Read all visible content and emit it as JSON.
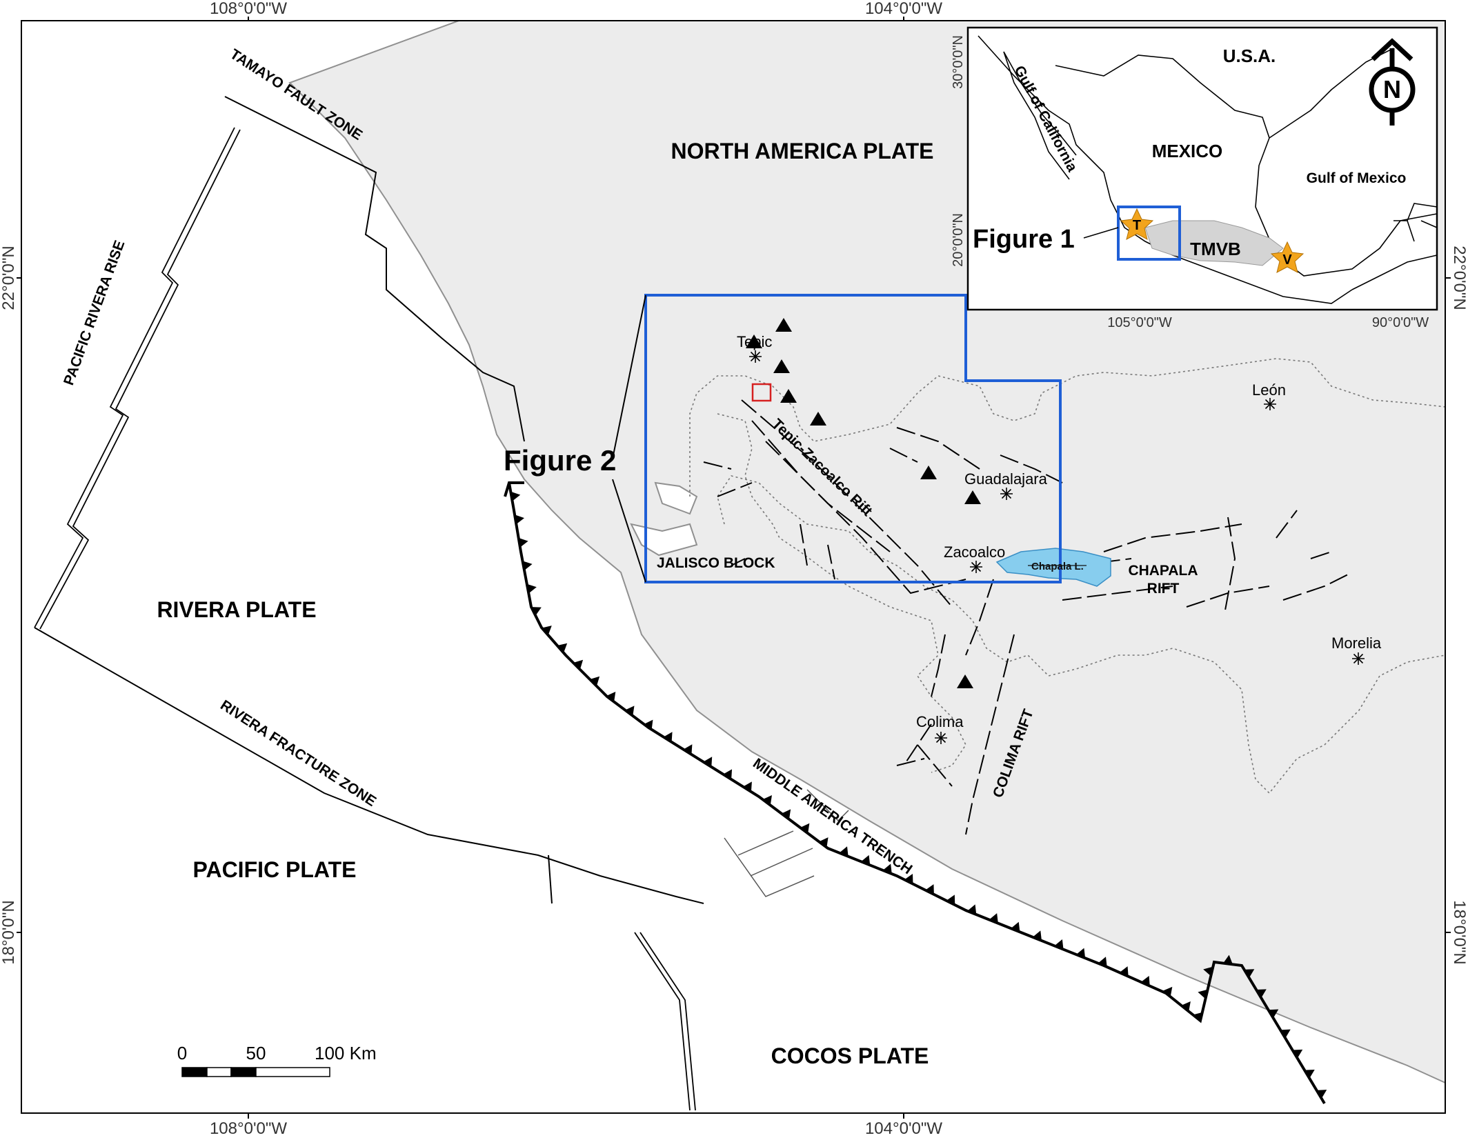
{
  "graticule": {
    "top": [
      "108°0'0\"W",
      "104°0'0\"W"
    ],
    "bottom": [
      "108°0'0\"W",
      "104°0'0\"W"
    ],
    "left": [
      "22°0'0\"N",
      "18°0'0\"N"
    ],
    "right": [
      "22°0'0\"N",
      "18°0'0\"N"
    ]
  },
  "plates": {
    "north_america": "NORTH AMERICA PLATE",
    "rivera": "RIVERA PLATE",
    "pacific": "PACIFIC PLATE",
    "cocos": "COCOS PLATE"
  },
  "features": {
    "tamayo": "TAMAYO FAULT ZONE",
    "pacific_rivera_rise": "PACIFIC RIVERA RISE",
    "rivera_fracture": "RIVERA FRACTURE ZONE",
    "middle_america_trench": "MIDDLE AMERICA TRENCH",
    "jalisco_block": "JALISCO BLOCK",
    "tepic_zacoalco": "Tepic-Zacoalco Rift",
    "chapala_rift_1": "CHAPALA",
    "chapala_rift_2": "RIFT",
    "colima_rift": "COLIMA RIFT",
    "chapala_lake": "Chapala L."
  },
  "cities": {
    "tepic": "Tepic",
    "guadalajara": "Guadalajara",
    "zacoalco": "Zacoalco",
    "colima": "Colima",
    "leon": "León",
    "morelia": "Morelia"
  },
  "figure_labels": {
    "figure2": "Figure 2",
    "figure1": "Figure 1"
  },
  "scale_bar": {
    "ticks": [
      "0",
      "50",
      "100 Km"
    ]
  },
  "inset": {
    "usa": "U.S.A.",
    "mexico": "MEXICO",
    "gulf_of_mexico": "Gulf of Mexico",
    "gulf_of_california": "Gulf of California",
    "tmvb": "TMVB",
    "star_t": "T",
    "star_v": "V",
    "lat_30": "30°0'0\"N",
    "lat_20": "20°0'0\"N",
    "lon_105": "105°0'0\"W",
    "lon_90": "90°0'0\"W",
    "north": "N"
  },
  "colors": {
    "land": "#ececec",
    "study_box": "#1f5fd6",
    "lake": "#87cdee",
    "star": "#f2a41c",
    "tmvb": "#d4d4d4",
    "sample_box": "#d62020"
  },
  "icons": {
    "north_arrow": "north-arrow-icon",
    "volcano": "volcano-triangle-icon",
    "city": "asterisk-city-icon"
  }
}
